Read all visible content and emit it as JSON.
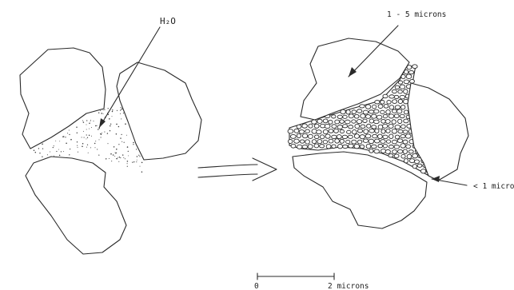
{
  "labels": {
    "water": "H₂O",
    "particle_size": "1 - 5 microns",
    "fine_size": "< 1 micro",
    "scale_start": "0",
    "scale_end": "2 microns"
  },
  "colors": {
    "ink": "#2a2a2a",
    "background": "#ffffff"
  }
}
